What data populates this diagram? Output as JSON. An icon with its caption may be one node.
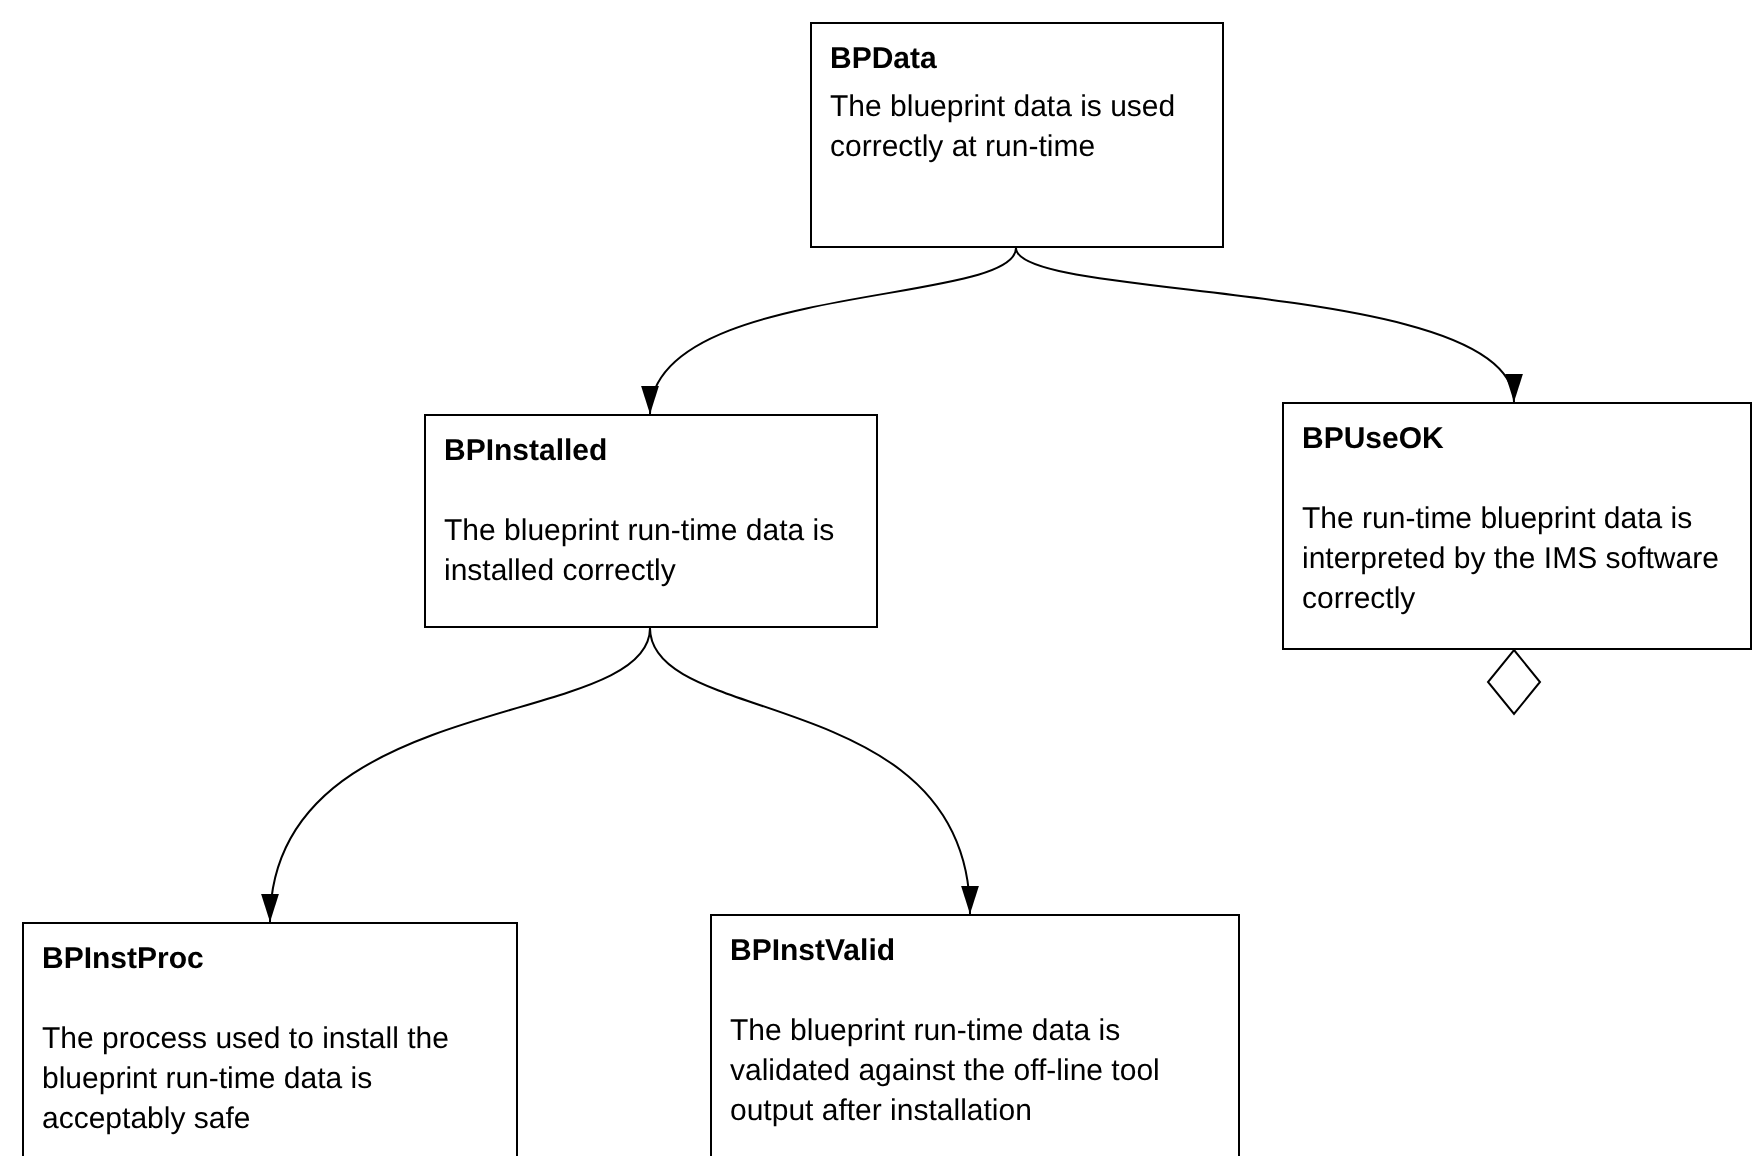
{
  "diagram": {
    "nodes": [
      {
        "text": [
          "BPData",
          "The blueprint data is used correctly at run-time"
        ]
      },
      {
        "text": [
          "BPInstalled",
          "The blueprint run-time data is installed correctly"
        ]
      },
      {
        "text": [
          "BPUseOK",
          "The run-time blueprint data is interpreted by the IMS software correctly"
        ]
      },
      {
        "text": [
          "BPInstProc",
          "The process used to install the blueprint run-time data is acceptably safe"
        ]
      },
      {
        "text": [
          "BPInstValid",
          "The blueprint run-time data is validated against the off-line tool output after installation"
        ]
      }
    ],
    "edges": [
      {
        "from": 0,
        "to": 1,
        "arrow": "to"
      },
      {
        "from": 0,
        "to": 2,
        "arrow": "to"
      },
      {
        "from": 1,
        "to": 3,
        "arrow": "to"
      },
      {
        "from": 1,
        "to": 4,
        "arrow": "to"
      }
    ]
  }
}
